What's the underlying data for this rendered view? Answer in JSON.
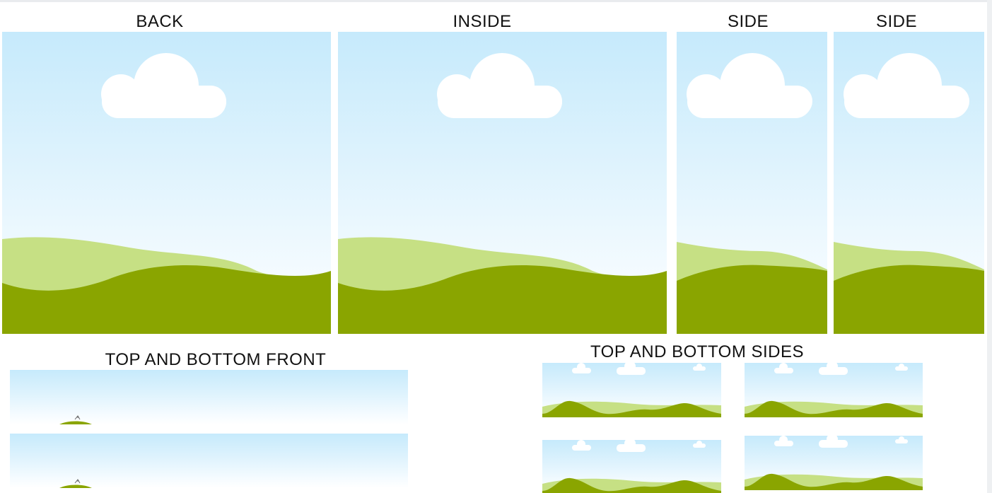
{
  "labels": {
    "back": "BACK",
    "inside": "INSIDE",
    "side_1": "SIDE",
    "side_2": "SIDE",
    "top_bottom_front": "TOP AND BOTTOM FRONT",
    "top_bottom_sides": "TOP AND BOTTOM SIDES"
  },
  "colors": {
    "sky_top": "#c6eafc",
    "sky_bottom": "#f4fbff",
    "cloud": "#ffffff",
    "hill_light": "#c6e084",
    "hill_dark": "#8aa500",
    "frame_border": "#e9ebee"
  },
  "icons": {
    "cloud": "cloud-icon",
    "hills": "hills-icon"
  }
}
